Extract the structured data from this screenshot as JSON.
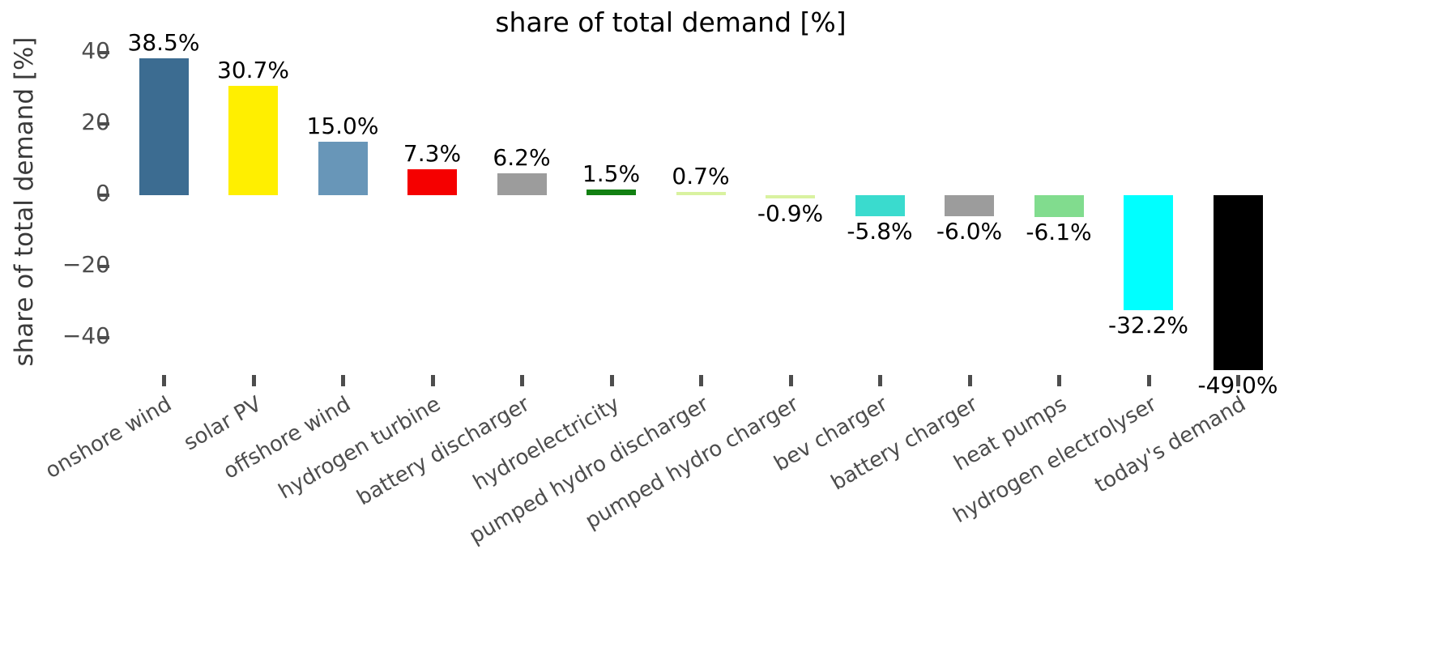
{
  "chart_data": {
    "type": "bar",
    "title": "share of total demand [%]",
    "xlabel": "",
    "ylabel": "share of total demand [%]",
    "ylim": [
      -55,
      45
    ],
    "yticks": [
      40,
      20,
      0,
      -20,
      -40
    ],
    "ytick_labels": [
      "40",
      "20",
      "0",
      "−20",
      "−40"
    ],
    "grid": false,
    "legend": "none",
    "categories": [
      "onshore wind",
      "solar PV",
      "offshore wind",
      "hydrogen turbine",
      "battery discharger",
      "hydroelectricity",
      "pumped hydro discharger",
      "pumped hydro charger",
      "bev charger",
      "battery charger",
      "heat pumps",
      "hydrogen electrolyser",
      "today's demand"
    ],
    "values": [
      38.5,
      30.7,
      15.0,
      7.3,
      6.2,
      1.5,
      0.7,
      -0.9,
      -5.8,
      -6.0,
      -6.1,
      -32.2,
      -49.0
    ],
    "value_labels": [
      "38.5%",
      "30.7%",
      "15.0%",
      "7.3%",
      "6.2%",
      "1.5%",
      "0.7%",
      "-0.9%",
      "-5.8%",
      "-6.0%",
      "-6.1%",
      "-32.2%",
      "-49.0%"
    ],
    "colors": [
      "#3c6c91",
      "#ffef00",
      "#6896b8",
      "#f50000",
      "#9c9c9c",
      "#128012",
      "#d9f2a0",
      "#d9f2a0",
      "#3adbce",
      "#9c9c9c",
      "#81dc8e",
      "#00ffff",
      "#000000"
    ]
  }
}
